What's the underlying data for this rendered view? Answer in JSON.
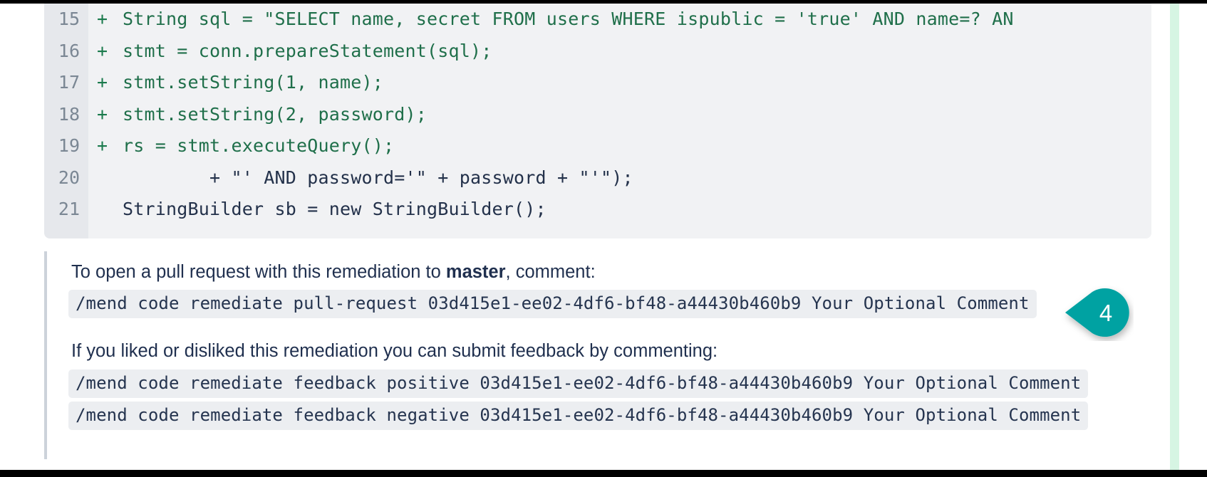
{
  "theme": {
    "accent_teal": "#00a2a2",
    "added_line_green": "#1f6f4a",
    "text_navy": "#20304f",
    "gutter_gray": "#e6e8ec",
    "code_bg": "#f1f2f4",
    "scroll_indicator_green": "#d6f5e3"
  },
  "diff": {
    "lines": [
      {
        "number": "15",
        "marker": "+",
        "code": "String sql = \"SELECT name, secret FROM users WHERE ispublic = 'true' AND name=? AN",
        "type": "added"
      },
      {
        "number": "16",
        "marker": "+",
        "code": "stmt = conn.prepareStatement(sql);",
        "type": "added"
      },
      {
        "number": "17",
        "marker": "+",
        "code": "stmt.setString(1, name);",
        "type": "added"
      },
      {
        "number": "18",
        "marker": "+",
        "code": "stmt.setString(2, password);",
        "type": "added"
      },
      {
        "number": "19",
        "marker": "+",
        "code": "rs = stmt.executeQuery();",
        "type": "added"
      },
      {
        "number": "20",
        "marker": "",
        "code": "        + \"' AND password='\" + password + \"'\");",
        "type": "context"
      },
      {
        "number": "21",
        "marker": "",
        "code": "StringBuilder sb = new StringBuilder();",
        "type": "context"
      }
    ]
  },
  "remediation": {
    "pull_request_prompt_before": "To open a pull request with this remediation to ",
    "pull_request_branch": "master",
    "pull_request_prompt_after": ", comment:",
    "pull_request_command": "/mend code remediate pull-request 03d415e1-ee02-4df6-bf48-a44430b460b9 Your Optional Comment",
    "feedback_prompt": "If you liked or disliked this remediation you can submit feedback by commenting:",
    "feedback_positive_command": "/mend code remediate feedback positive 03d415e1-ee02-4df6-bf48-a44430b460b9 Your Optional Comment",
    "feedback_negative_command": "/mend code remediate feedback negative 03d415e1-ee02-4df6-bf48-a44430b460b9 Your Optional Comment",
    "remediation_id": "03d415e1-ee02-4df6-bf48-a44430b460b9"
  },
  "callout": {
    "number": "4"
  }
}
